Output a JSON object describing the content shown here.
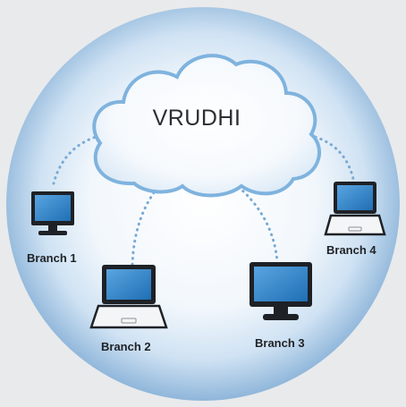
{
  "cloud": {
    "label": "VRUDHI"
  },
  "branches": [
    {
      "label": "Branch 1",
      "device": "desktop-monitor"
    },
    {
      "label": "Branch 2",
      "device": "laptop"
    },
    {
      "label": "Branch 3",
      "device": "desktop-monitor"
    },
    {
      "label": "Branch 4",
      "device": "laptop"
    }
  ],
  "colors": {
    "circle_edge": "#8fb6da",
    "circle_center": "#ffffff",
    "cloud_outline": "#7fb3de",
    "link_dots": "#7aa9d4",
    "screen": "#2f83c9"
  }
}
